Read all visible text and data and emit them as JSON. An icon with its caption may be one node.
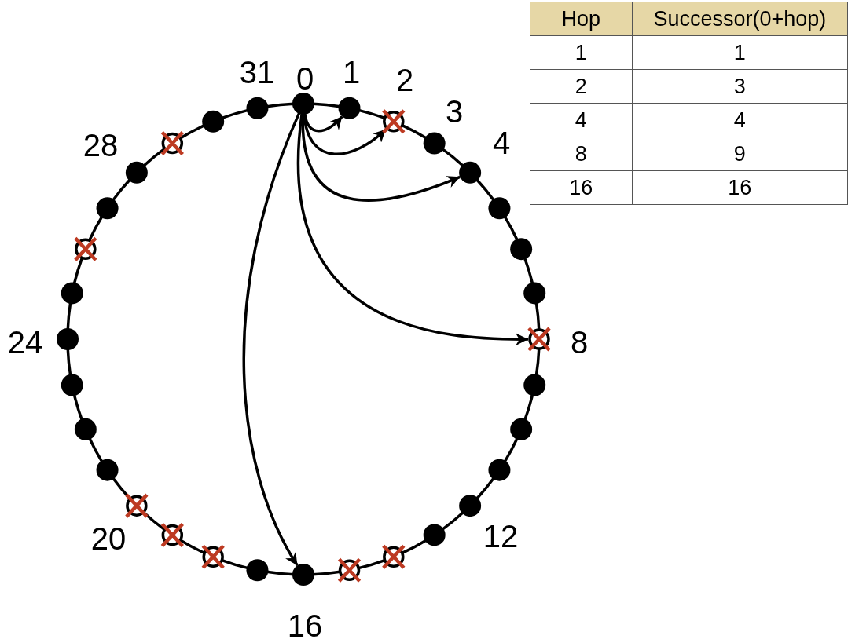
{
  "diagram": {
    "nodes": [
      {
        "text": [],
        "shape": "circle",
        "beside": [
          "0"
        ]
      },
      {
        "text": [],
        "shape": "circle",
        "beside": [
          "1"
        ]
      },
      {
        "text": [],
        "shape": "crossed-circle",
        "beside": [
          "2"
        ]
      },
      {
        "text": [],
        "shape": "circle",
        "beside": [
          "3"
        ]
      },
      {
        "text": [],
        "shape": "circle",
        "beside": [
          "4"
        ]
      },
      {
        "text": [],
        "shape": "circle"
      },
      {
        "text": [],
        "shape": "circle"
      },
      {
        "text": [],
        "shape": "circle"
      },
      {
        "text": [],
        "shape": "crossed-circle",
        "beside": [
          "8"
        ]
      },
      {
        "text": [],
        "shape": "circle"
      },
      {
        "text": [],
        "shape": "circle"
      },
      {
        "text": [],
        "shape": "circle"
      },
      {
        "text": [],
        "shape": "circle",
        "beside": [
          "12"
        ]
      },
      {
        "text": [],
        "shape": "circle"
      },
      {
        "text": [],
        "shape": "crossed-circle"
      },
      {
        "text": [],
        "shape": "crossed-circle"
      },
      {
        "text": [],
        "shape": "circle",
        "beside": [
          "16"
        ]
      },
      {
        "text": [],
        "shape": "circle"
      },
      {
        "text": [],
        "shape": "crossed-circle"
      },
      {
        "text": [],
        "shape": "crossed-circle"
      },
      {
        "text": [],
        "shape": "crossed-circle",
        "beside": [
          "20"
        ]
      },
      {
        "text": [],
        "shape": "circle"
      },
      {
        "text": [],
        "shape": "circle"
      },
      {
        "text": [],
        "shape": "circle"
      },
      {
        "text": [],
        "shape": "circle",
        "beside": [
          "24"
        ]
      },
      {
        "text": [],
        "shape": "circle"
      },
      {
        "text": [],
        "shape": "crossed-circle"
      },
      {
        "text": [],
        "shape": "circle"
      },
      {
        "text": [],
        "shape": "circle",
        "beside": [
          "28"
        ]
      },
      {
        "text": [],
        "shape": "crossed-circle"
      },
      {
        "text": [],
        "shape": "circle"
      },
      {
        "text": [],
        "shape": "circle",
        "beside": [
          "31"
        ]
      }
    ],
    "edges": [
      {
        "from": 0,
        "to": 1,
        "arrow": "none"
      },
      {
        "from": 1,
        "to": 2,
        "arrow": "none"
      },
      {
        "from": 2,
        "to": 3,
        "arrow": "none"
      },
      {
        "from": 3,
        "to": 4,
        "arrow": "none"
      },
      {
        "from": 4,
        "to": 5,
        "arrow": "none"
      },
      {
        "from": 5,
        "to": 6,
        "arrow": "none"
      },
      {
        "from": 6,
        "to": 7,
        "arrow": "none"
      },
      {
        "from": 7,
        "to": 8,
        "arrow": "none"
      },
      {
        "from": 8,
        "to": 9,
        "arrow": "none"
      },
      {
        "from": 9,
        "to": 10,
        "arrow": "none"
      },
      {
        "from": 10,
        "to": 11,
        "arrow": "none"
      },
      {
        "from": 11,
        "to": 12,
        "arrow": "none"
      },
      {
        "from": 12,
        "to": 13,
        "arrow": "none"
      },
      {
        "from": 13,
        "to": 14,
        "arrow": "none"
      },
      {
        "from": 14,
        "to": 15,
        "arrow": "none"
      },
      {
        "from": 15,
        "to": 16,
        "arrow": "none"
      },
      {
        "from": 16,
        "to": 17,
        "arrow": "none"
      },
      {
        "from": 17,
        "to": 18,
        "arrow": "none"
      },
      {
        "from": 18,
        "to": 19,
        "arrow": "none"
      },
      {
        "from": 19,
        "to": 20,
        "arrow": "none"
      },
      {
        "from": 20,
        "to": 21,
        "arrow": "none"
      },
      {
        "from": 21,
        "to": 22,
        "arrow": "none"
      },
      {
        "from": 22,
        "to": 23,
        "arrow": "none"
      },
      {
        "from": 23,
        "to": 24,
        "arrow": "none"
      },
      {
        "from": 24,
        "to": 25,
        "arrow": "none"
      },
      {
        "from": 25,
        "to": 26,
        "arrow": "none"
      },
      {
        "from": 26,
        "to": 27,
        "arrow": "none"
      },
      {
        "from": 27,
        "to": 28,
        "arrow": "none"
      },
      {
        "from": 28,
        "to": 29,
        "arrow": "none"
      },
      {
        "from": 29,
        "to": 30,
        "arrow": "none"
      },
      {
        "from": 30,
        "to": 31,
        "arrow": "none"
      },
      {
        "from": 31,
        "to": 0,
        "arrow": "none"
      },
      {
        "from": 0,
        "to": 1,
        "arrow": "to"
      },
      {
        "from": 0,
        "to": 2,
        "arrow": "to"
      },
      {
        "from": 0,
        "to": 4,
        "arrow": "to"
      },
      {
        "from": 0,
        "to": 8,
        "arrow": "to"
      },
      {
        "from": 0,
        "to": 16,
        "arrow": "to"
      }
    ],
    "labels": [
      "Hop",
      "Successor(0+hop)",
      "1",
      "1",
      "2",
      "3",
      "4",
      "4",
      "8",
      "9",
      "16",
      "16"
    ]
  }
}
